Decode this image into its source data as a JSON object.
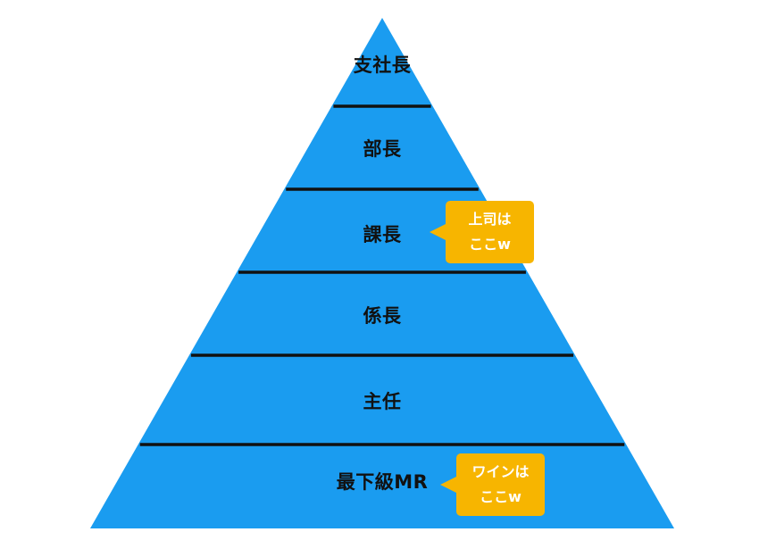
{
  "pyramid": {
    "fill_color": "#1a9cf0",
    "divider_color": "#111111",
    "levels": [
      {
        "label": "支社長"
      },
      {
        "label": "部長"
      },
      {
        "label": "課長"
      },
      {
        "label": "係長"
      },
      {
        "label": "主任"
      },
      {
        "label": "最下級MR"
      }
    ]
  },
  "callouts": {
    "color": "#f7b500",
    "boss": {
      "line1": "上司は",
      "line2": "ここw"
    },
    "wine": {
      "line1": "ワインは",
      "line2": "ここw"
    }
  }
}
